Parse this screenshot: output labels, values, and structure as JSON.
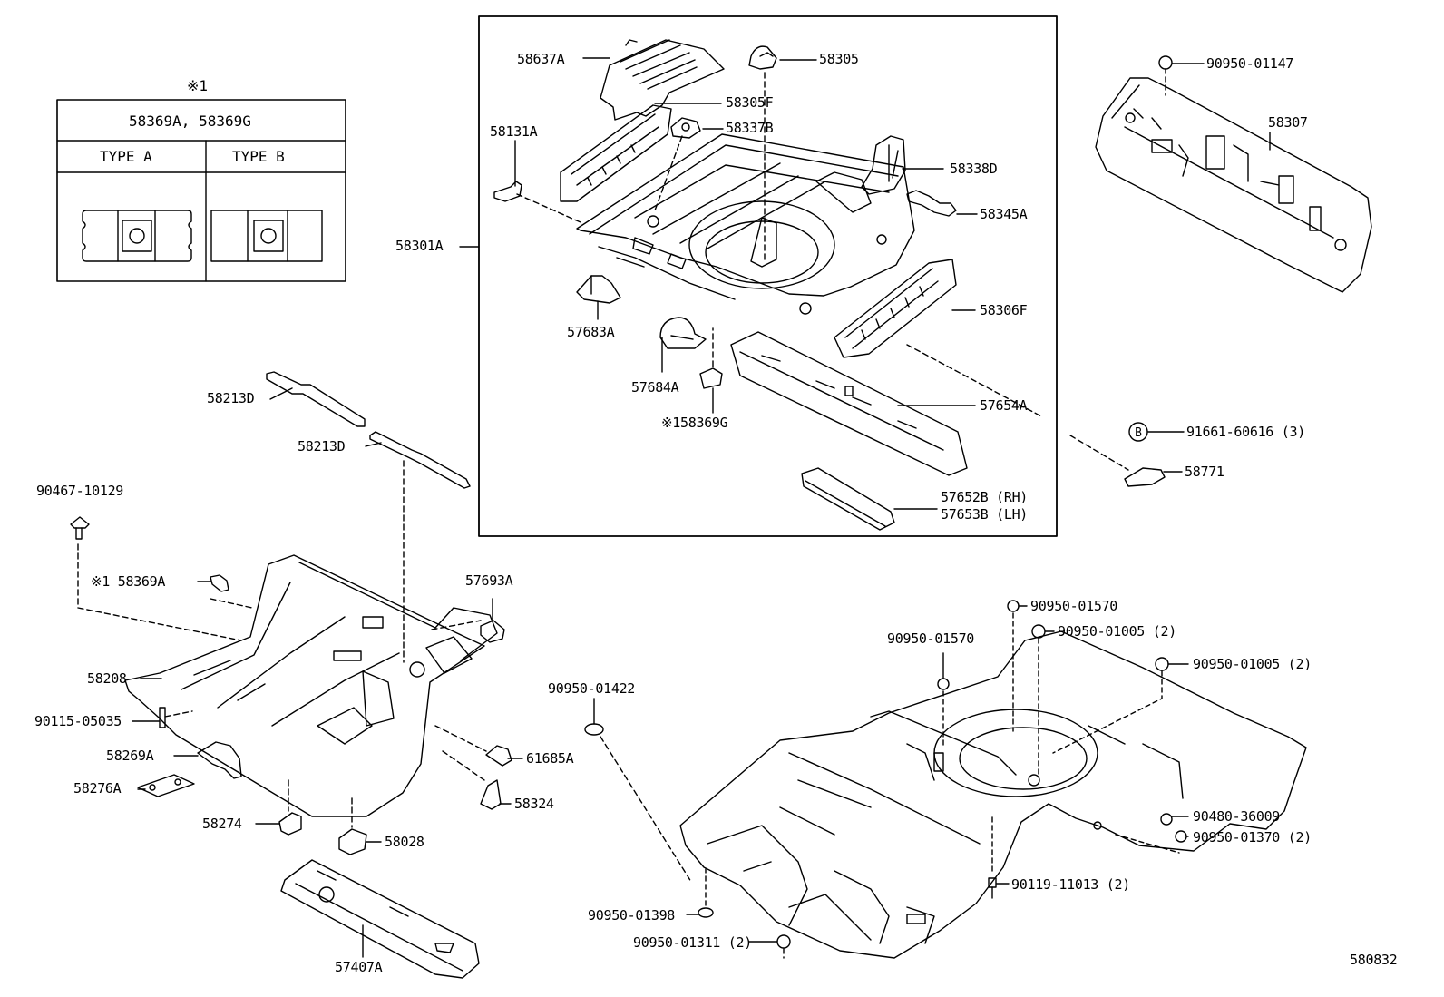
{
  "legend": {
    "mark": "※1",
    "header": "58369A, 58369G",
    "type_a": "TYPE  A",
    "type_b": "TYPE  B"
  },
  "labels": {
    "p58637A": "58637A",
    "p58305": "58305",
    "p58305F": "58305F",
    "p58131A": "58131A",
    "p58337B": "58337B",
    "p58338D": "58338D",
    "p58345A": "58345A",
    "p58301A": "58301A",
    "p58306F": "58306F",
    "p57683A": "57683A",
    "p57684A": "57684A",
    "p58369G": "※158369G",
    "p57654A": "57654A",
    "p57652B": "57652B (RH)",
    "p57653B": "57653B (LH)",
    "p90950_01147": "90950-01147",
    "p58307": "58307",
    "p91661": "91661-60616 (3)",
    "p58771": "58771",
    "p58213D_1": "58213D",
    "p58213D_2": "58213D",
    "p90467": "90467-10129",
    "p58369A": "※1 58369A",
    "p57693A": "57693A",
    "p58208": "58208",
    "p90115": "90115-05035",
    "p58269A": "58269A",
    "p61685A": "61685A",
    "p58276A": "58276A",
    "p58324": "58324",
    "p58274": "58274",
    "p58028": "58028",
    "p57407A": "57407A",
    "p90950_01422": "90950-01422",
    "p90950_01570_a": "90950-01570",
    "p90950_01570_b": "90950-01570",
    "p90950_01005_a": "90950-01005 (2)",
    "p90950_01005_b": "90950-01005 (2)",
    "p90480": "90480-36009",
    "p90950_01370": "90950-01370 (2)",
    "p90119": "90119-11013 (2)",
    "p90950_01398": "90950-01398",
    "p90950_01311": "90950-01311 (2)",
    "figure_code": "580832"
  },
  "bolt_letter": "B",
  "line_color": "#000000",
  "background": "#ffffff"
}
